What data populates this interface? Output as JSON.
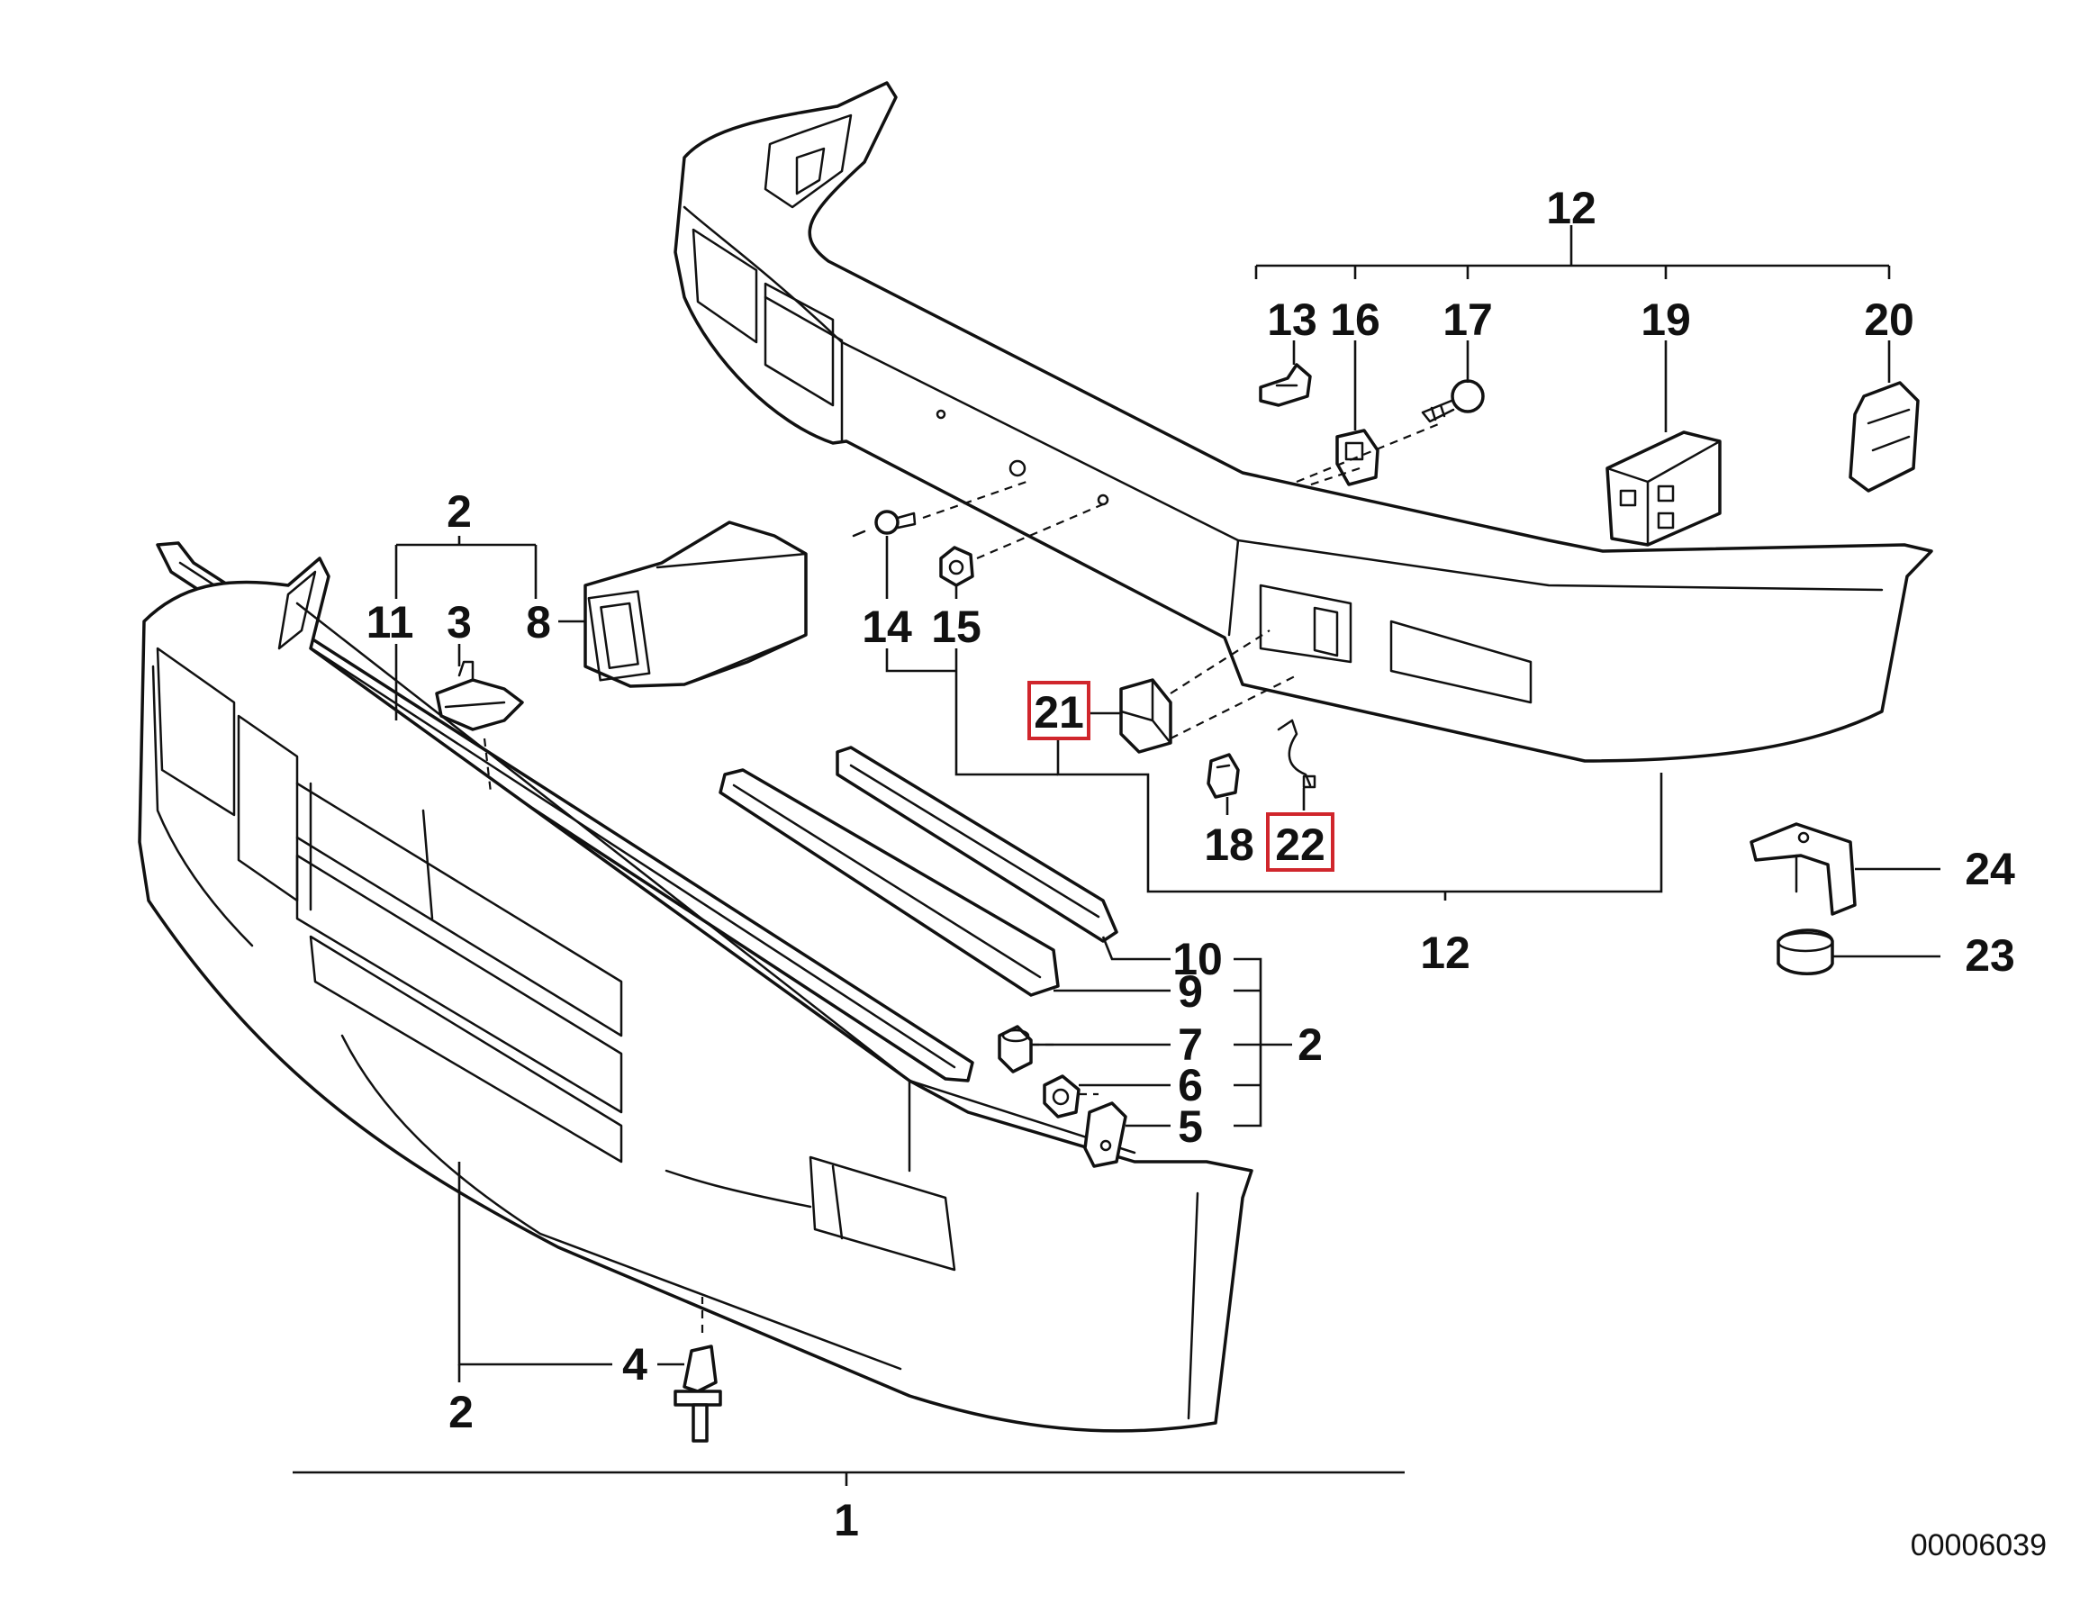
{
  "diagram": {
    "document_number": "00006039",
    "highlight_color": "#d0262c",
    "callouts": [
      {
        "id": "c-12-top",
        "text": "12"
      },
      {
        "id": "c-13",
        "text": "13"
      },
      {
        "id": "c-16",
        "text": "16"
      },
      {
        "id": "c-17",
        "text": "17"
      },
      {
        "id": "c-19",
        "text": "19"
      },
      {
        "id": "c-20",
        "text": "20"
      },
      {
        "id": "c-2-top",
        "text": "2"
      },
      {
        "id": "c-11",
        "text": "11"
      },
      {
        "id": "c-3",
        "text": "3"
      },
      {
        "id": "c-8",
        "text": "8"
      },
      {
        "id": "c-14",
        "text": "14"
      },
      {
        "id": "c-15",
        "text": "15"
      },
      {
        "id": "c-21",
        "text": "21",
        "highlighted": true
      },
      {
        "id": "c-18",
        "text": "18"
      },
      {
        "id": "c-22",
        "text": "22",
        "highlighted": true
      },
      {
        "id": "c-12-bottom",
        "text": "12"
      },
      {
        "id": "c-24",
        "text": "24"
      },
      {
        "id": "c-23",
        "text": "23"
      },
      {
        "id": "c-10",
        "text": "10"
      },
      {
        "id": "c-9",
        "text": "9"
      },
      {
        "id": "c-7",
        "text": "7"
      },
      {
        "id": "c-2-right",
        "text": "2"
      },
      {
        "id": "c-6",
        "text": "6"
      },
      {
        "id": "c-5",
        "text": "5"
      },
      {
        "id": "c-4",
        "text": "4"
      },
      {
        "id": "c-2-bottom",
        "text": "2"
      },
      {
        "id": "c-1",
        "text": "1"
      }
    ]
  }
}
